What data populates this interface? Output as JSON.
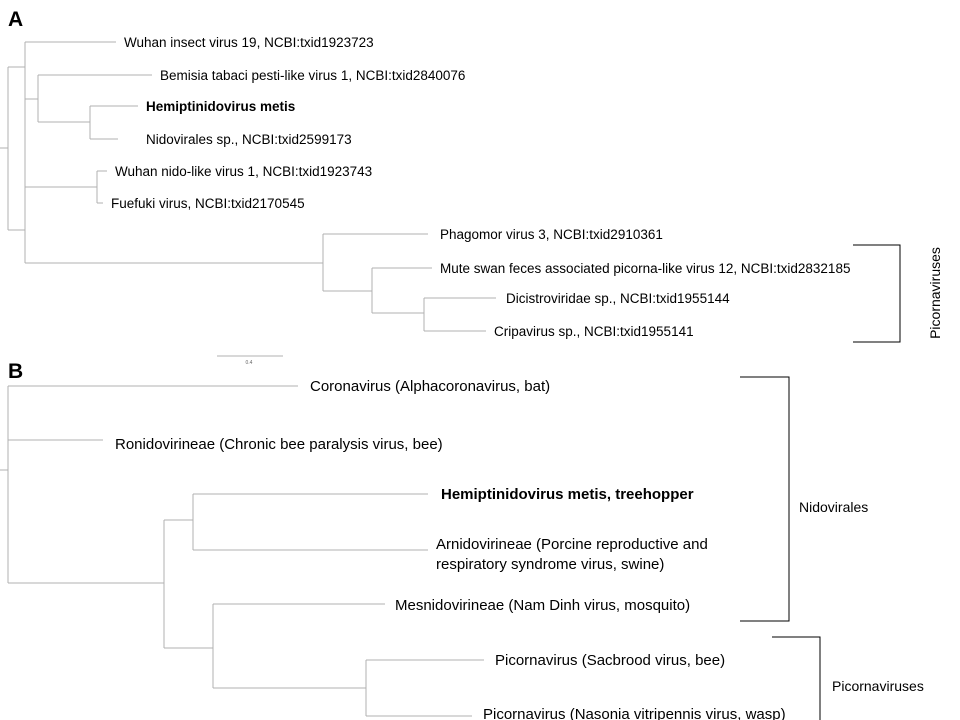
{
  "panels": {
    "a": {
      "letter": "A",
      "tips": [
        "Wuhan insect virus 19, NCBI:txid1923723",
        "Bemisia tabaci pesti-like virus 1, NCBI:txid2840076",
        "Hemiptinidovirus metis",
        "Nidovirales sp., NCBI:txid2599173",
        "Wuhan nido-like virus 1, NCBI:txid1923743",
        "Fuefuki virus, NCBI:txid2170545",
        "Phagomor virus 3, NCBI:txid2910361",
        "Mute swan feces associated picorna-like virus 12, NCBI:txid2832185",
        "Dicistroviridae sp., NCBI:txid1955144",
        "Cripavirus sp., NCBI:txid1955141"
      ],
      "clade_label": "Picornaviruses",
      "scale_label": "0.4"
    },
    "b": {
      "letter": "B",
      "tips": [
        "Coronavirus (Alphacoronavirus, bat)",
        "Ronidovirineae (Chronic bee paralysis virus, bee)",
        "Hemiptinidovirus metis, treehopper",
        "Arnidovirineae (Porcine reproductive and",
        "respiratory syndrome virus, swine)",
        "Mesnidovirineae (Nam Dinh virus, mosquito)",
        "Picornavirus (Sacbrood virus, bee)",
        "Picornavirus (Nasonia vitripennis virus, wasp)"
      ],
      "clade_labels": [
        "Nidovirales",
        "Picornaviruses"
      ]
    }
  }
}
